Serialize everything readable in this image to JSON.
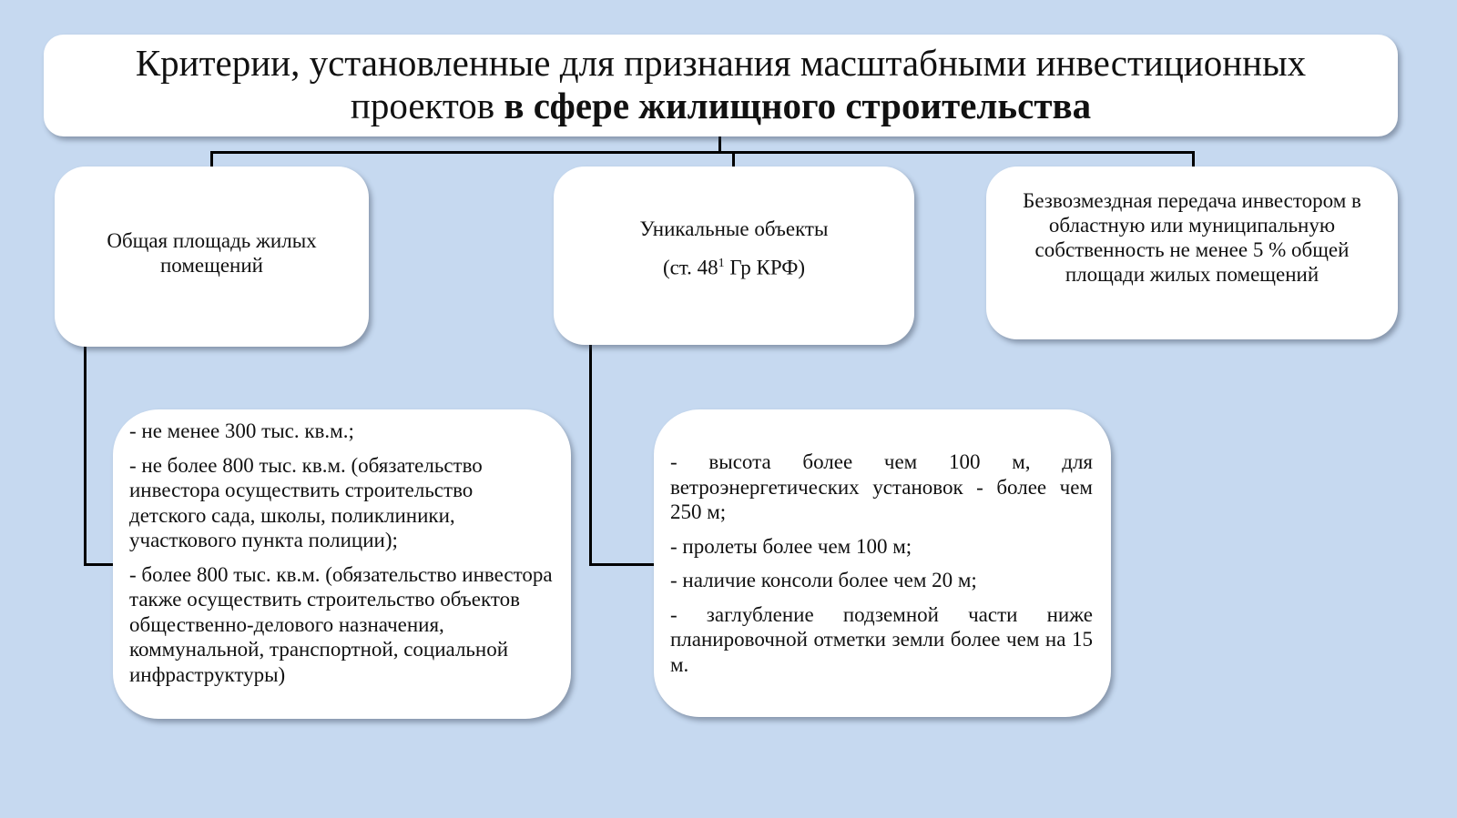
{
  "title": {
    "line1": "Критерии, установленные для признания масштабными инвестиционных",
    "line2_normal": "проектов ",
    "line2_bold": "в сфере жилищного строительства"
  },
  "criteria": [
    {
      "label": "Общая площадь жилых помещений"
    },
    {
      "label": "Уникальные объекты",
      "ref_prefix": "(ст. 48",
      "ref_sup": "1",
      "ref_suffix": " Гр КРФ)"
    },
    {
      "label": "Безвозмездная передача инвестором в областную или муниципальную собственность не менее 5 % общей площади жилых помещений"
    }
  ],
  "area_details": [
    "- не менее 300 тыс. кв.м.;",
    "- не более 800 тыс. кв.м. (обязательство инвестора осуществить строительство детского сада, школы, поликлиники, участкового пункта полиции);",
    "- более 800 тыс. кв.м. (обязательство инвестора также осуществить строительство объектов общественно-делового назначения, коммунальной, транспортной, социальной инфраструктуры)"
  ],
  "unique_details": [
    "- высота более чем 100 м, для ветроэнергетических установок - более чем 250 м;",
    "- пролеты более чем 100 м;",
    "- наличие консоли более чем 20 м;",
    "- заглубление подземной части  ниже планировочной отметки земли более чем на 15 м."
  ]
}
